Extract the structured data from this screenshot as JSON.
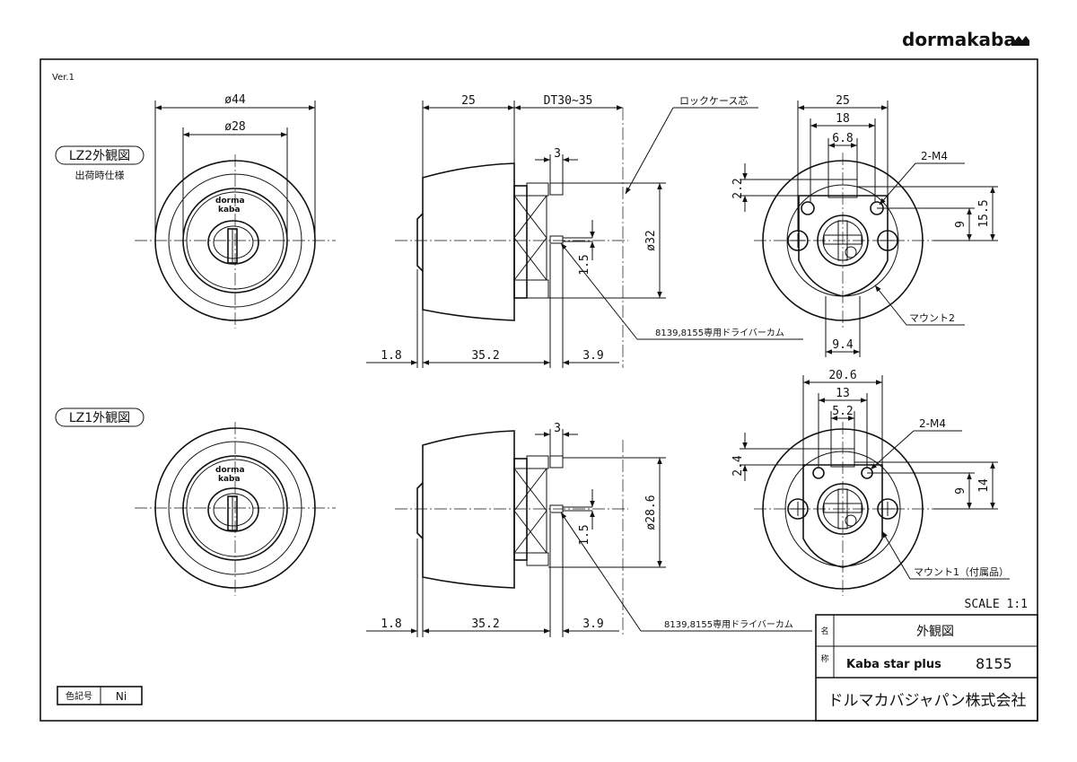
{
  "brand": {
    "name": "dormakaba"
  },
  "version": "Ver.1",
  "views": {
    "lz2_title": "LZ2外観図",
    "lz2_subtitle": "出荷時仕様",
    "lz1_title": "LZ1外観図"
  },
  "front": {
    "outer_dia": "ø44",
    "inner_dia": "ø28",
    "logo_line1": "dorma",
    "logo_line2": "kaba"
  },
  "side_top": {
    "d_25": "25",
    "d_dt": "DT30~35",
    "lock_core": "ロックケース芯",
    "d_3": "3",
    "d_dia": "ø32",
    "d_15": "1.5",
    "cam_note": "8139,8155専用ドライバーカム",
    "d_18": "1.8",
    "d_352": "35.2",
    "d_39": "3.9"
  },
  "side_bottom": {
    "d_3": "3",
    "d_dia": "ø28.6",
    "d_15": "1.5",
    "cam_note": "8139,8155専用ドライバーカム",
    "d_18": "1.8",
    "d_352": "35.2",
    "d_39": "3.9"
  },
  "mount2": {
    "d_25": "25",
    "d_18": "18",
    "d_68": "6.8",
    "d_22": "2.2",
    "screw": "2-M4",
    "d_9": "9",
    "d_155": "15.5",
    "d_94": "9.4",
    "label": "マウント2"
  },
  "mount1": {
    "d_206": "20.6",
    "d_13": "13",
    "d_52": "5.2",
    "d_24": "2.4",
    "screw": "2-M4",
    "d_9": "9",
    "d_14": "14",
    "label": "マウント1（付属品）"
  },
  "scale": "SCALE  1:1",
  "title_block": {
    "name_label_1": "名",
    "name_label_2": "称",
    "drawing_name": "外観図",
    "product": "Kaba star plus",
    "model": "8155",
    "company": "ドルマカバジャパン株式会社"
  },
  "color_code": {
    "label": "色記号",
    "value": "Ni"
  }
}
